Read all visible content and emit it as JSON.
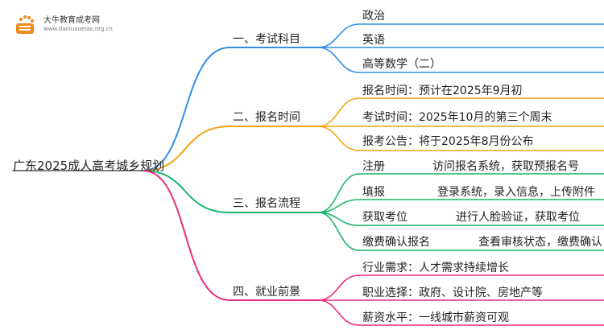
{
  "logo": {
    "title": "大牛教育成考网",
    "url": "www.daniuxueiao.org.cn",
    "icon": "book-logo-icon"
  },
  "root": "广东2025成人高考城乡规划",
  "branches": [
    {
      "label": "一、考试科目",
      "color": "#2f8fe6",
      "leaves": [
        {
          "text": "政治"
        },
        {
          "text": "英语"
        },
        {
          "text": "高等数学（二）"
        }
      ]
    },
    {
      "label": "二、报名时间",
      "color": "#f2a413",
      "leaves": [
        {
          "text": "报名时间：预计在2025年9月初"
        },
        {
          "text": "考试时间：2025年10月的第三个周末"
        },
        {
          "text": "报考公告：将于2025年8月份公布"
        }
      ]
    },
    {
      "label": "三、报名流程",
      "color": "#19b56a",
      "leaves": [
        {
          "text": "注册",
          "detail": "访问报名系统，获取预报名号"
        },
        {
          "text": "填报",
          "detail": "登录系统，录入信息，上传附件"
        },
        {
          "text": "获取考位",
          "detail": "进行人脸验证，获取考位"
        },
        {
          "text": "缴费确认报名",
          "detail": "查看审核状态，缴费确认"
        }
      ]
    },
    {
      "label": "四、就业前景",
      "color": "#ea2c7e",
      "leaves": [
        {
          "text": "行业需求：人才需求持续增长"
        },
        {
          "text": "职业选择：政府、设计院、房地产等"
        },
        {
          "text": "薪资水平：一线城市薪资可观"
        }
      ]
    }
  ]
}
